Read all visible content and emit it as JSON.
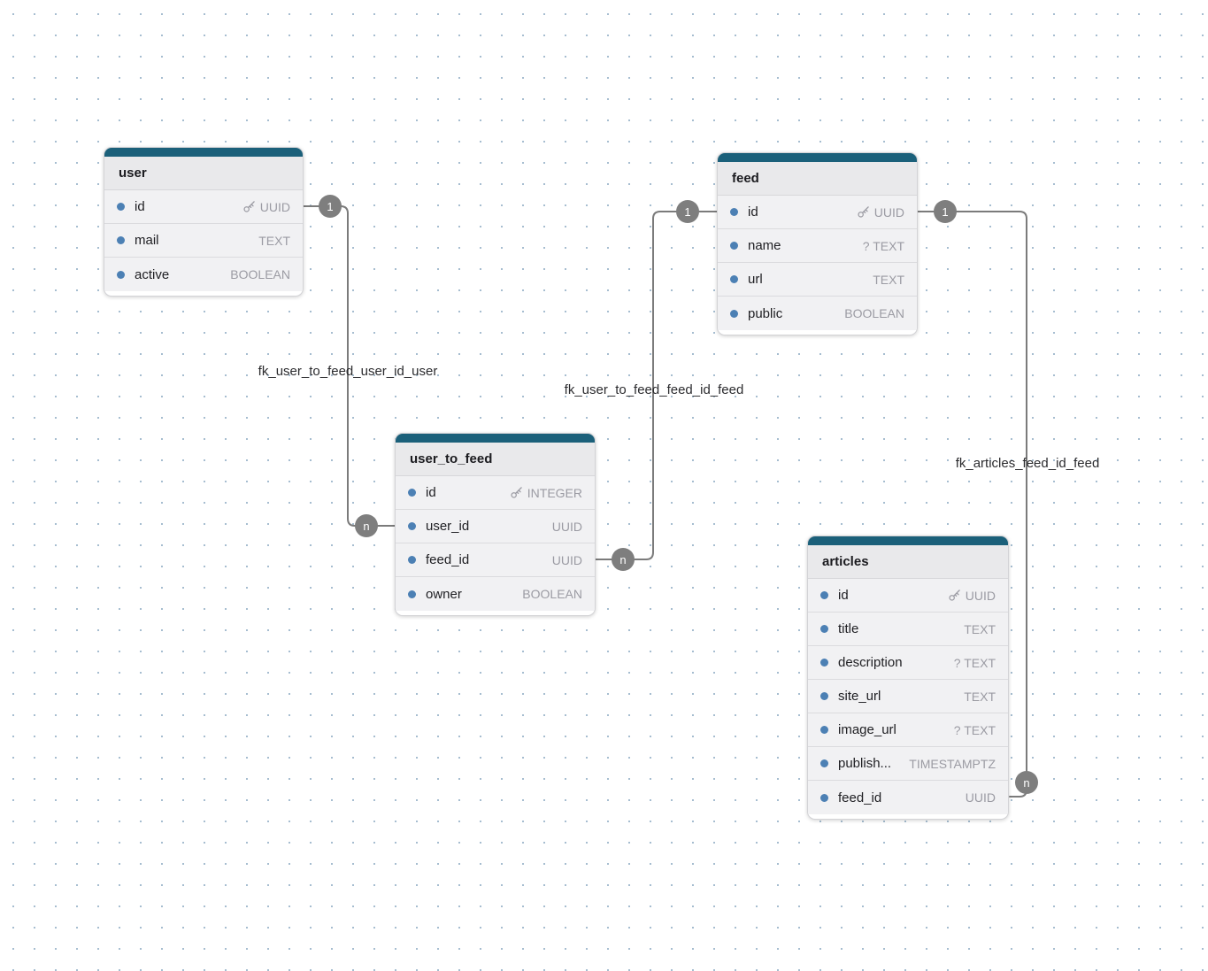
{
  "canvas": {
    "background_color": "#ffffff",
    "grid_dot_color": "#a6bdd0",
    "table_accent_color": "#1b607a",
    "field_dot_color": "#4c80b4",
    "connector_color": "#7b7b7b",
    "badge_color": "#7e7e7e",
    "type_text_color": "#9b9ba3"
  },
  "tables": {
    "user": {
      "name": "user",
      "fields": [
        {
          "name": "id",
          "type": "UUID",
          "key": true
        },
        {
          "name": "mail",
          "type": "TEXT",
          "key": false
        },
        {
          "name": "active",
          "type": "BOOLEAN",
          "key": false
        }
      ]
    },
    "feed": {
      "name": "feed",
      "fields": [
        {
          "name": "id",
          "type": "UUID",
          "key": true
        },
        {
          "name": "name",
          "type": "? TEXT",
          "key": false
        },
        {
          "name": "url",
          "type": "TEXT",
          "key": false
        },
        {
          "name": "public",
          "type": "BOOLEAN",
          "key": false
        }
      ]
    },
    "user_to_feed": {
      "name": "user_to_feed",
      "fields": [
        {
          "name": "id",
          "type": "INTEGER",
          "key": true
        },
        {
          "name": "user_id",
          "type": "UUID",
          "key": false
        },
        {
          "name": "feed_id",
          "type": "UUID",
          "key": false
        },
        {
          "name": "owner",
          "type": "BOOLEAN",
          "key": false
        }
      ]
    },
    "articles": {
      "name": "articles",
      "fields": [
        {
          "name": "id",
          "type": "UUID",
          "key": true
        },
        {
          "name": "title",
          "type": "TEXT",
          "key": false
        },
        {
          "name": "description",
          "type": "? TEXT",
          "key": false
        },
        {
          "name": "site_url",
          "type": "TEXT",
          "key": false
        },
        {
          "name": "image_url",
          "type": "? TEXT",
          "key": false
        },
        {
          "name": "publish...",
          "type": "TIMESTAMPTZ",
          "key": false
        },
        {
          "name": "feed_id",
          "type": "UUID",
          "key": false
        }
      ]
    }
  },
  "relationships": [
    {
      "label": "fk_user_to_feed_user_id_user",
      "source_cardinality": "1",
      "target_cardinality": "n"
    },
    {
      "label": "fk_user_to_feed_feed_id_feed",
      "source_cardinality": "1",
      "target_cardinality": "n"
    },
    {
      "label": "fk_articles_feed_id_feed",
      "source_cardinality": "1",
      "target_cardinality": "n"
    }
  ]
}
